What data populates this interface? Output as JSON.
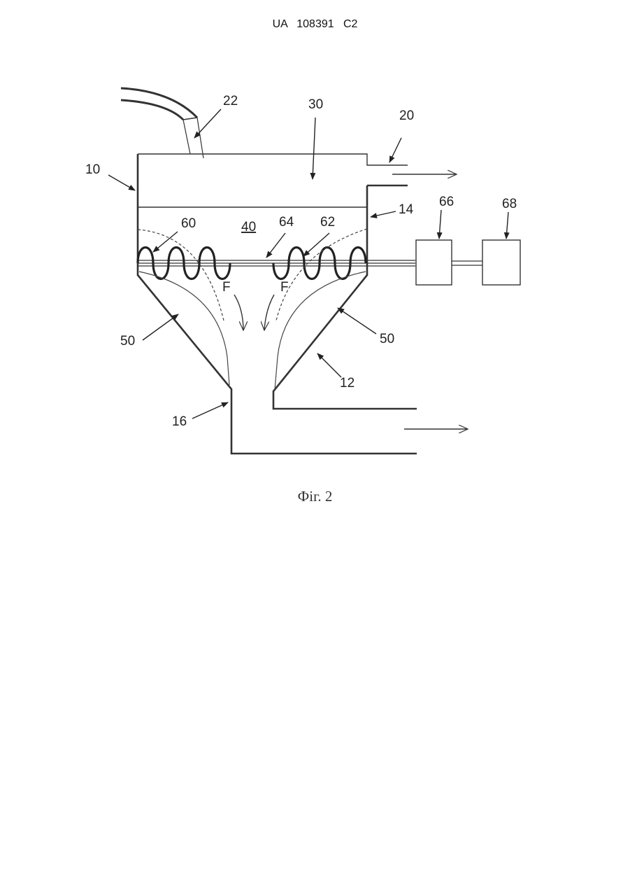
{
  "header": {
    "text": "UA   108391   C2"
  },
  "figure": {
    "caption": "Фіг. 2",
    "labels": {
      "l10": "10",
      "l12": "12",
      "l14": "14",
      "l16": "16",
      "l20": "20",
      "l22": "22",
      "l30": "30",
      "l40": "40",
      "l50a": "50",
      "l50b": "50",
      "l60": "60",
      "l62": "62",
      "l64": "64",
      "l66": "66",
      "l68": "68",
      "fa": "F",
      "fb": "F"
    }
  }
}
